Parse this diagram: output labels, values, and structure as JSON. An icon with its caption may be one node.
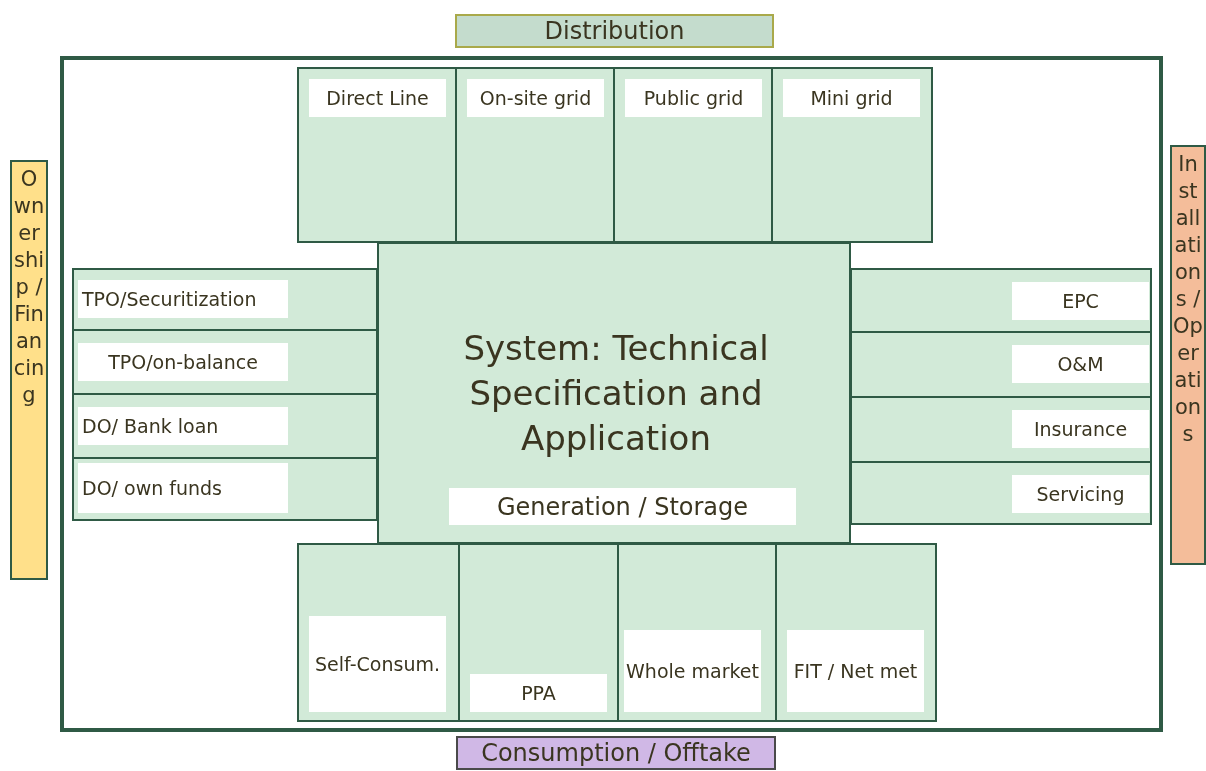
{
  "diagram": {
    "nodes": [
      {
        "text": [
          "Distribution"
        ]
      },
      {
        "text": [
          "Direct Line"
        ]
      },
      {
        "text": [
          "On-site grid"
        ]
      },
      {
        "text": [
          "Public grid"
        ]
      },
      {
        "text": [
          "Mini grid"
        ]
      },
      {
        "text": [
          "Ownership / Financing"
        ]
      },
      {
        "text": [
          "TPO/Securitization"
        ]
      },
      {
        "text": [
          "TPO/on-balance"
        ]
      },
      {
        "text": [
          "DO/ Bank loan"
        ]
      },
      {
        "text": [
          "DO/ own funds"
        ]
      },
      {
        "text": [
          "System: Technical Specification and Application",
          "Generation / Storage"
        ]
      },
      {
        "text": [
          "EPC"
        ]
      },
      {
        "text": [
          "O&M"
        ]
      },
      {
        "text": [
          "Insurance"
        ]
      },
      {
        "text": [
          "Servicing"
        ]
      },
      {
        "text": [
          "Installations / Operations"
        ]
      },
      {
        "text": [
          "Self-Consum."
        ]
      },
      {
        "text": [
          "PPA"
        ]
      },
      {
        "text": [
          "Whole market"
        ]
      },
      {
        "text": [
          "FIT / Net met"
        ]
      },
      {
        "text": [
          "Consumption / Offtake"
        ]
      }
    ],
    "edges": []
  }
}
